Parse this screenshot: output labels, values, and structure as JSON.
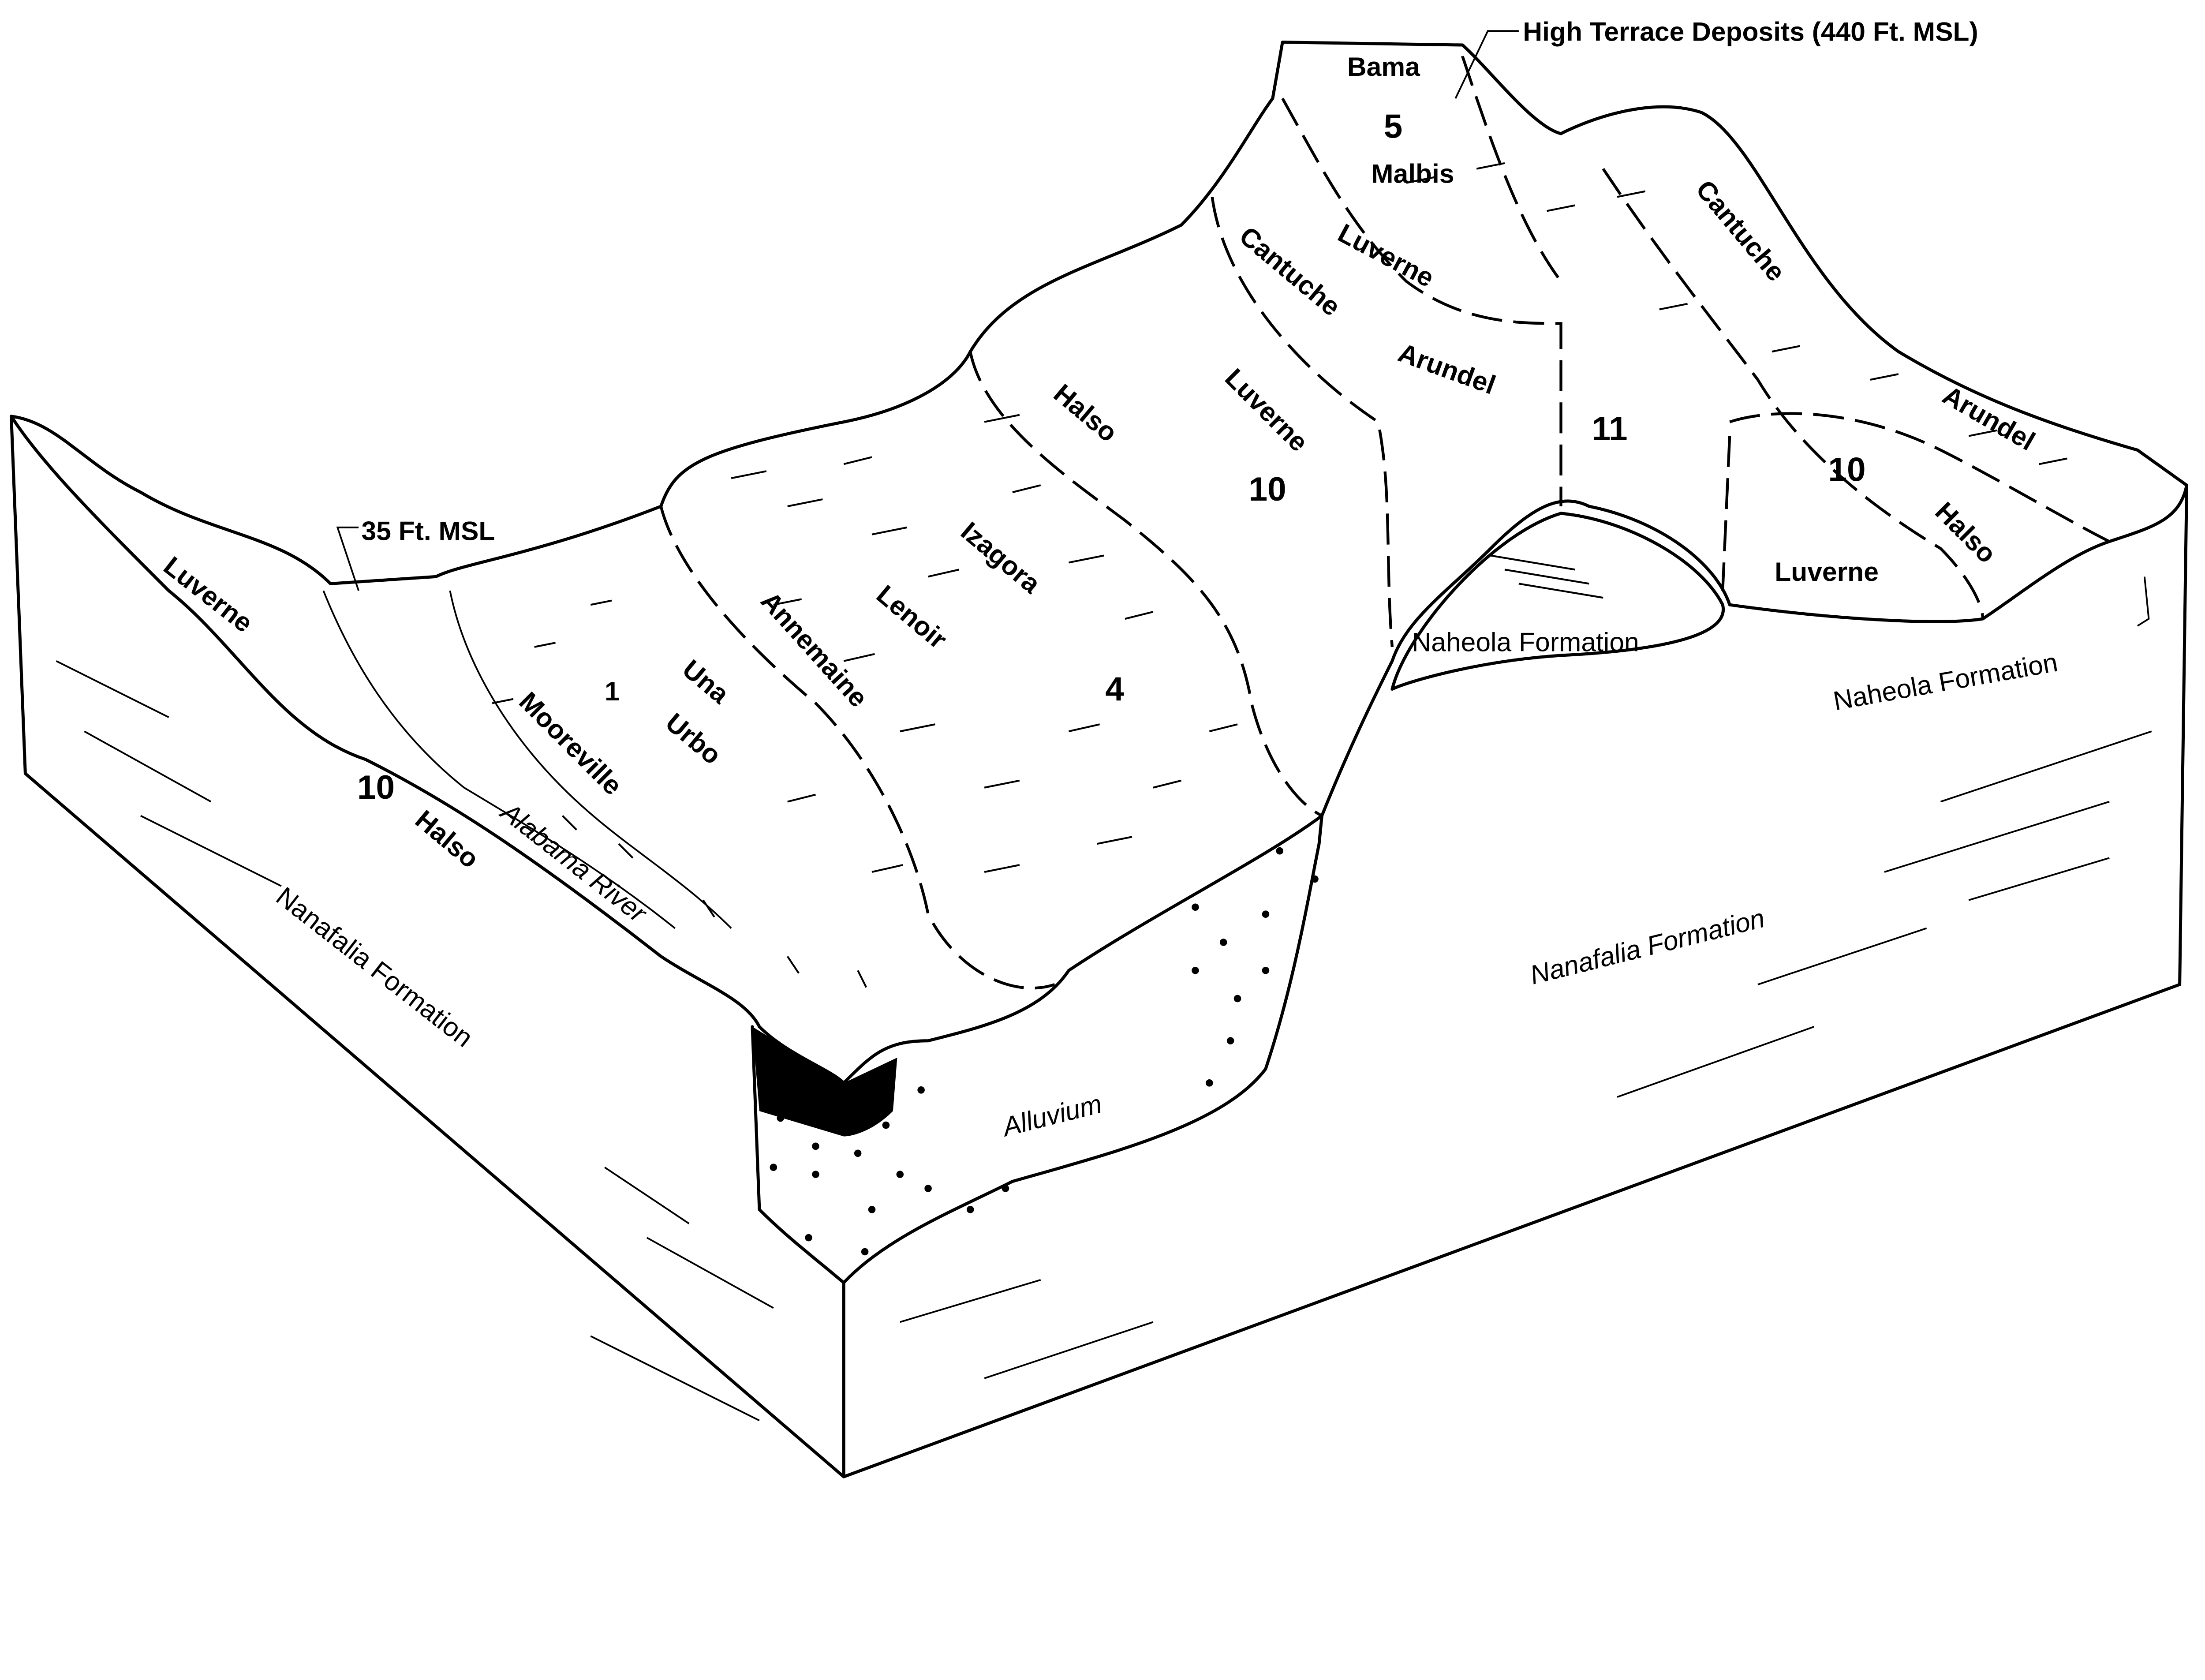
{
  "title_callout": "High Terrace Deposits (440 Ft. MSL)",
  "elevation_callout": "35 Ft. MSL",
  "soils": {
    "bama": "Bama",
    "malbis": "Malbis",
    "luverne_top": "Luverne",
    "cantuche_center": "Cantuche",
    "arundel_center": "Arundel",
    "cantuche_right": "Cantuche",
    "arundel_right": "Arundel",
    "halso_right": "Halso",
    "luverne_right": "Luverne",
    "halso_center": "Halso",
    "luverne_center": "Luverne",
    "izagora": "Izagora",
    "lenoir": "Lenoir",
    "annemaine": "Annemaine",
    "una": "Una",
    "urbo": "Urbo",
    "mooreville": "Mooreville",
    "luverne_left": "Luverne",
    "halso_left": "Halso"
  },
  "map_units": {
    "top": "5",
    "right_11": "11",
    "right_10": "10",
    "center_10": "10",
    "center_4": "4",
    "floodplain_1": "1",
    "left_10": "10"
  },
  "formations": {
    "naheola_center": "Naheola Formation",
    "naheola_right": "Naheola Formation",
    "nanafalia_left": "Nanafalia Formation",
    "nanafalia_right": "Nanafalia Formation",
    "alluvium": "Alluvium"
  },
  "river": "Alabama River"
}
